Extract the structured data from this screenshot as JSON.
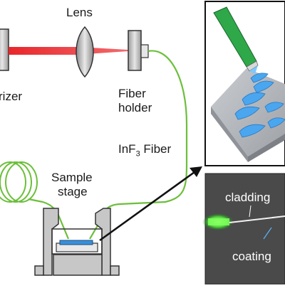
{
  "labels": {
    "lens": "Lens",
    "polarizer": "rizer",
    "fiber_holder_line1": "Fiber",
    "fiber_holder_line2": "holder",
    "fiber_main": "InF",
    "fiber_sub": "3",
    "fiber_tail": " Fiber",
    "sample_stage_line1": "Sample",
    "sample_stage_line2": "stage"
  },
  "photo": {
    "cladding": "cladding",
    "coating": "coating"
  },
  "colors": {
    "laser_beam": "#e8262b",
    "fiber": "#6cbf3a",
    "stage_fill": "#c7c7c7",
    "photo_bg": "#4a4a4a",
    "sample_blue": "#3b8fd9",
    "pen_green": "#2fa84a"
  }
}
